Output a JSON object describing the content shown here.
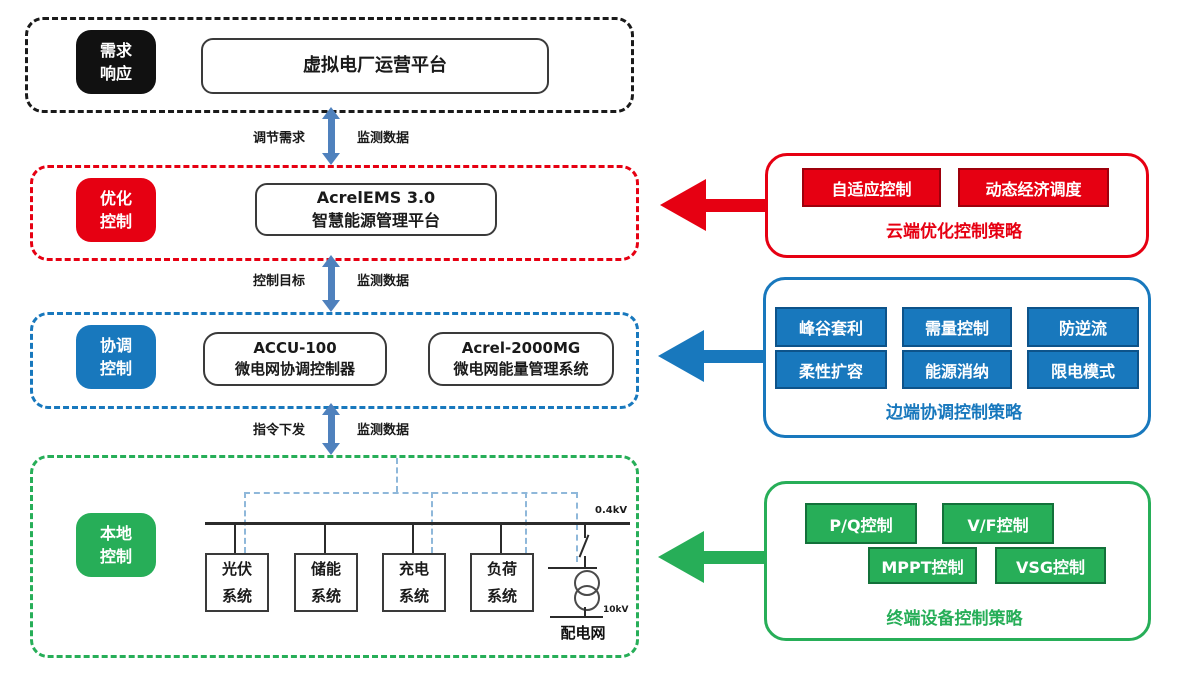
{
  "layers": {
    "demand": {
      "tag_line1": "需求",
      "tag_line2": "响应",
      "box_line1": "虚拟电厂运营平台"
    },
    "optimize": {
      "tag_line1": "优化",
      "tag_line2": "控制",
      "box_line1": "AcrelEMS 3.0",
      "box_line2": "智慧能源管理平台"
    },
    "coordinate": {
      "tag_line1": "协调",
      "tag_line2": "控制",
      "box1_line1": "ACCU-100",
      "box1_line2": "微电网协调控制器",
      "box2_line1": "Acrel-2000MG",
      "box2_line2": "微电网能量管理系统"
    },
    "local": {
      "tag_line1": "本地",
      "tag_line2": "控制"
    }
  },
  "links": {
    "l1": {
      "down": "调节需求",
      "up": "监测数据"
    },
    "l2": {
      "down": "控制目标",
      "up": "监测数据"
    },
    "l3": {
      "down": "指令下发",
      "up": "监测数据"
    }
  },
  "local_diagram": {
    "bus_voltage": "0.4kV",
    "grid_voltage": "10kV",
    "grid_label": "配电网",
    "devices": [
      {
        "line1": "光伏",
        "line2": "系统"
      },
      {
        "line1": "储能",
        "line2": "系统"
      },
      {
        "line1": "充电",
        "line2": "系统"
      },
      {
        "line1": "负荷",
        "line2": "系统"
      }
    ]
  },
  "panels": {
    "cloud": {
      "caption": "云端优化控制策略",
      "chips": [
        "自适应控制",
        "动态经济调度"
      ]
    },
    "edge": {
      "caption": "边端协调控制策略",
      "chips": [
        "峰谷套利",
        "需量控制",
        "防逆流",
        "柔性扩容",
        "能源消纳",
        "限电模式"
      ]
    },
    "terminal": {
      "caption": "终端设备控制策略",
      "chips": [
        "P/Q控制",
        "V/F控制",
        "MPPT控制",
        "VSG控制"
      ]
    }
  },
  "colors": {
    "demand": "#111111",
    "optimize": "#e60012",
    "coordinate": "#1878bd",
    "local": "#27ae58",
    "link_arrow": "#4f81bd",
    "comm_line": "#8fb8da"
  }
}
